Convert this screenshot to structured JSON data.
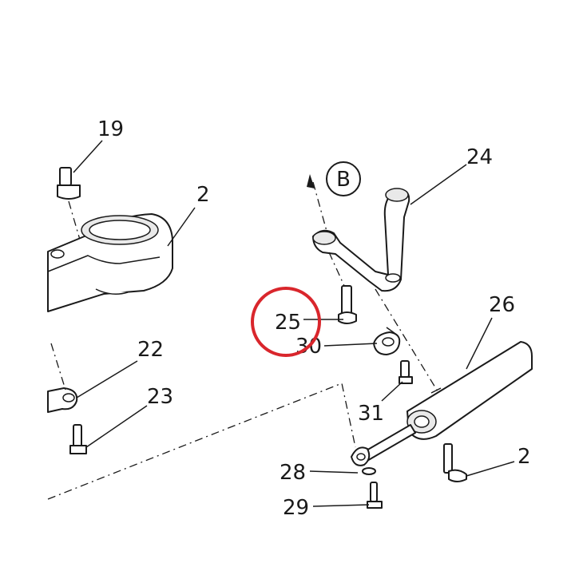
{
  "callouts": {
    "c19": "19",
    "c2": "2",
    "c24": "24",
    "c22": "22",
    "c23": "23",
    "c25": "25",
    "c30": "30",
    "c31": "31",
    "c26": "26",
    "c28": "28",
    "c29": "29",
    "c_right_partial": "2"
  },
  "reference_marker": {
    "label": "B"
  },
  "highlight": {
    "target": "25",
    "color": "#d9262c"
  }
}
